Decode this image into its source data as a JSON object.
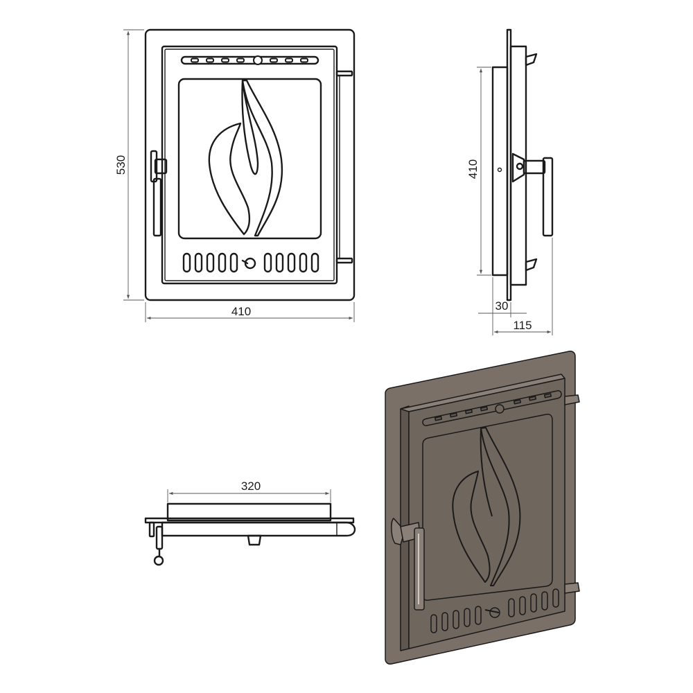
{
  "drawing": {
    "dimensions": {
      "front_height": "530",
      "front_width": "410",
      "side_height": "410",
      "side_frame_depth": "30",
      "side_total_depth": "115",
      "top_inner_width": "320"
    },
    "colors": {
      "line": "#1a1a1a",
      "dimension_line": "#555555",
      "iso_frame": "#7a7068",
      "iso_door": "#6f665e",
      "iso_edge": "#1a1a1a"
    }
  }
}
